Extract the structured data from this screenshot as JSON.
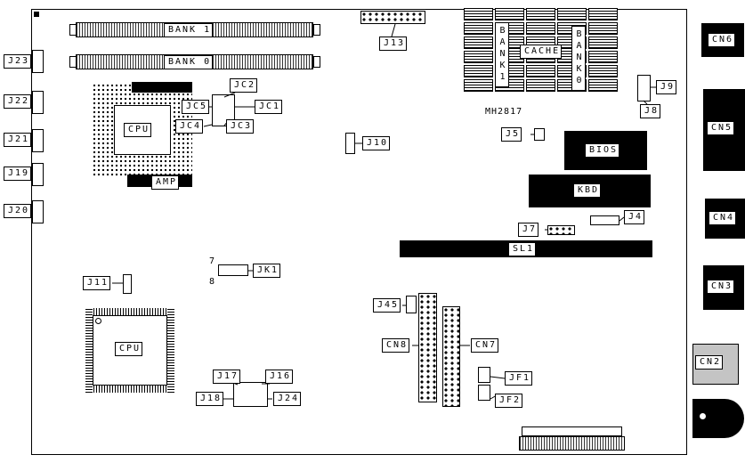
{
  "board": {
    "memory": {
      "bank1": "BANK 1",
      "bank0": "BANK 0"
    },
    "cache": {
      "bank1": "BANK1",
      "label": "CACHE",
      "bank0": "BANK0"
    },
    "chips": {
      "bios": "BIOS",
      "kbd": "KBD",
      "amp": "AMP",
      "mh2817": "MH2817",
      "cpu_socket": "CPU",
      "cpu_qfp": "CPU",
      "sl1": "SL1"
    },
    "connectors": {
      "cn2": "CN2",
      "cn3": "CN3",
      "cn4": "CN4",
      "cn5": "CN5",
      "cn6": "CN6",
      "cn7": "CN7",
      "cn8": "CN8",
      "j4": "J4",
      "j5": "J5",
      "j7": "J7",
      "j8": "J8",
      "j9": "J9",
      "j10": "J10",
      "j11": "J11",
      "j13": "J13",
      "j16": "J16",
      "j17": "J17",
      "j18": "J18",
      "j19": "J19",
      "j20": "J20",
      "j21": "J21",
      "j22": "J22",
      "j23": "J23",
      "j24": "J24",
      "j45": "J45",
      "jc1": "JC1",
      "jc2": "JC2",
      "jc3": "JC3",
      "jc4": "JC4",
      "jc5": "JC5",
      "jf1": "JF1",
      "jf2": "JF2",
      "jk1": "JK1"
    },
    "pins": {
      "seven": "7",
      "eight": "8"
    }
  }
}
